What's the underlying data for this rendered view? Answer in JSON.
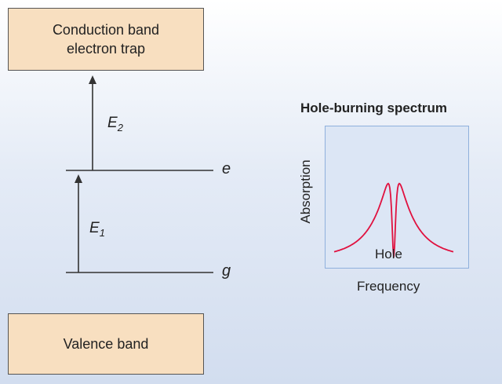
{
  "boxes": {
    "conduction": {
      "line1": "Conduction band",
      "line2": "electron trap"
    },
    "valence": "Valence band",
    "fill": "#f8dfc0"
  },
  "energies": {
    "e1": {
      "symbol": "E",
      "sub": "1"
    },
    "e2": {
      "symbol": "E",
      "sub": "2"
    }
  },
  "levels": {
    "excited": "e",
    "ground": "g"
  },
  "spectrum": {
    "title": "Hole-burning spectrum",
    "ylabel": "Absorption",
    "xlabel": "Frequency",
    "hole_label": "Hole",
    "curve_color": "#e0113f",
    "frame_color": "#8fb0dc",
    "background": "#dce6f5"
  }
}
